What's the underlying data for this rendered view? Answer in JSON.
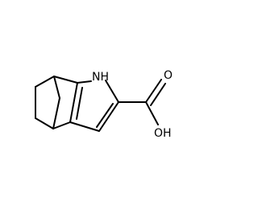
{
  "molecule": {
    "atoms": {
      "nh": "NH",
      "o": "O",
      "oh": "OH"
    },
    "colors": {
      "bond": "#000000",
      "label": "#000000",
      "background": "#ffffff"
    }
  }
}
